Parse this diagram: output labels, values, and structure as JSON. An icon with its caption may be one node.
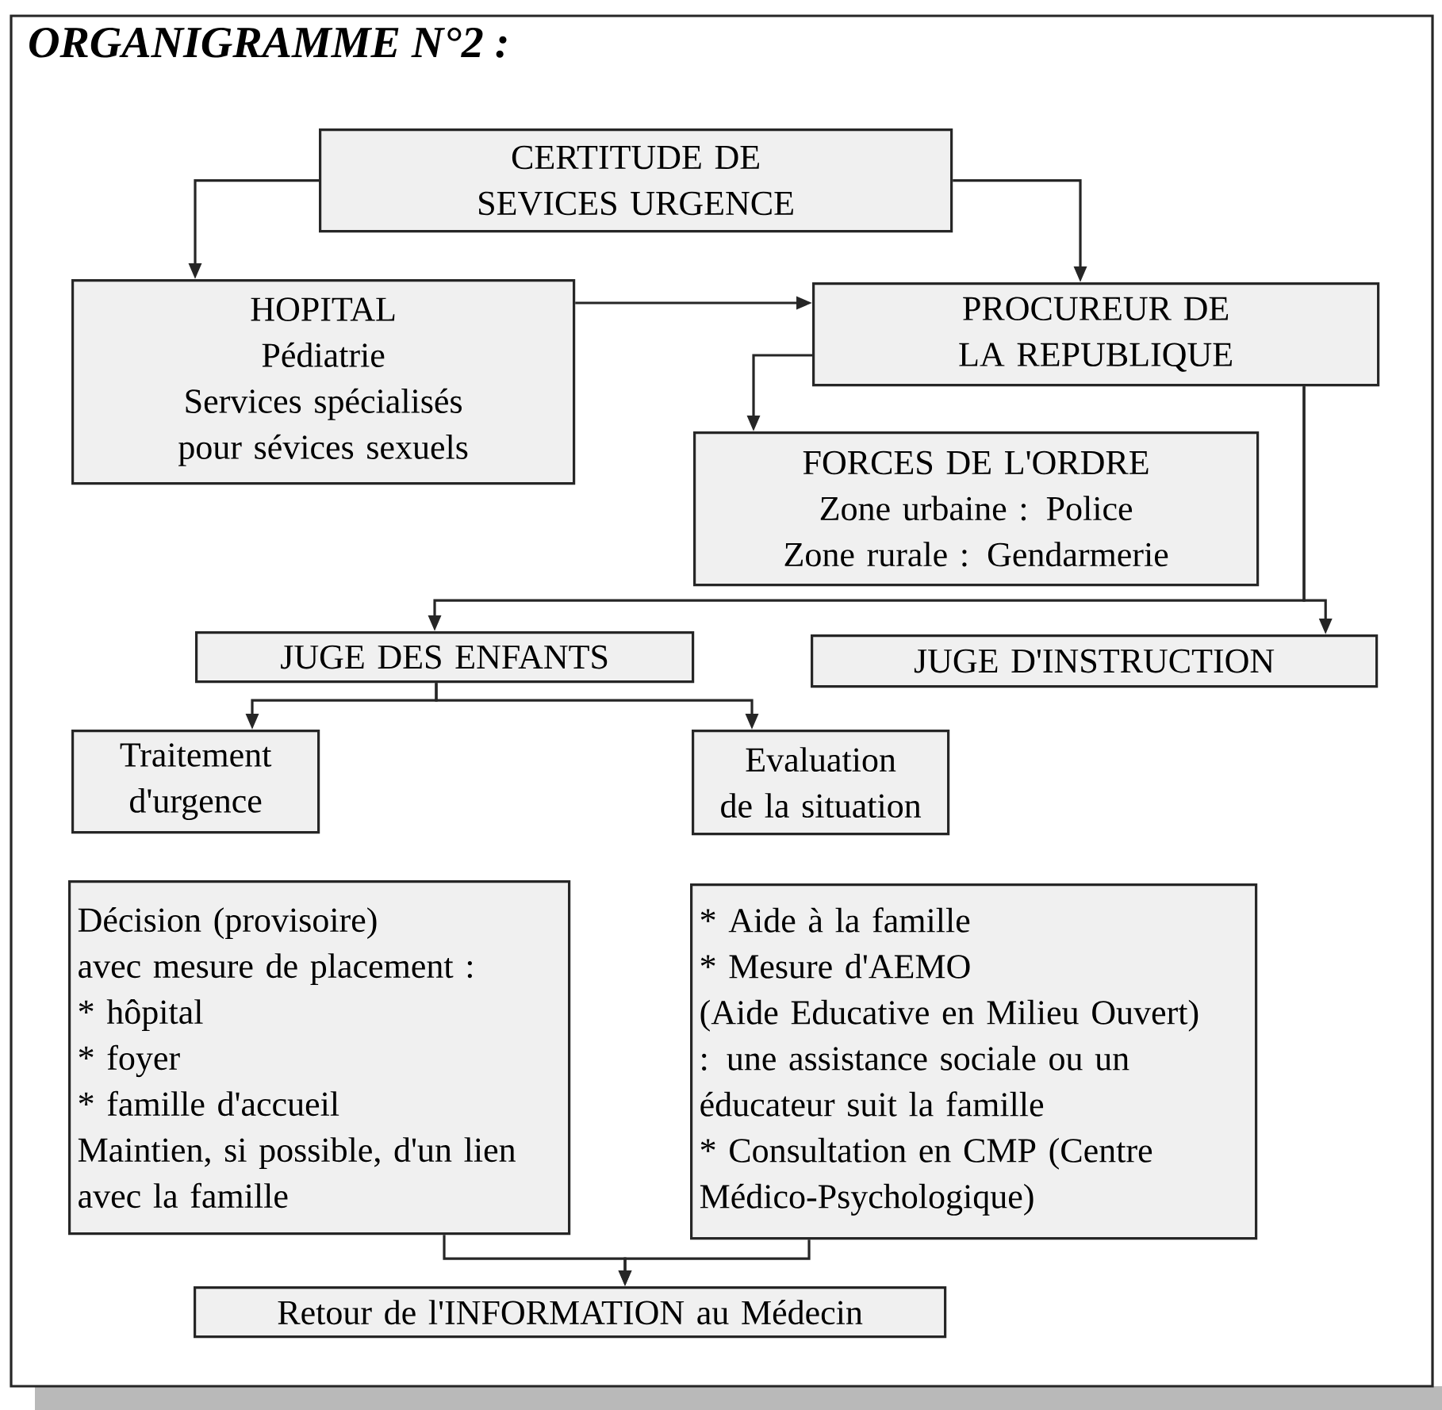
{
  "diagram": {
    "title": "ORGANIGRAMME N°2 :",
    "nodes": [
      {
        "text": [
          "CERTITUDE DE SEVICES URGENCE"
        ]
      },
      {
        "text": [
          "HOPITAL",
          "Pédiatrie",
          "Services spécialisés pour sévices sexuels"
        ]
      },
      {
        "text": [
          "PROCUREUR DE LA REPUBLIQUE"
        ]
      },
      {
        "text": [
          "FORCES DE L'ORDRE",
          "Zone urbaine : Police",
          "Zone rurale : Gendarmerie"
        ]
      },
      {
        "text": [
          "JUGE DES ENFANTS"
        ]
      },
      {
        "text": [
          "JUGE D'INSTRUCTION"
        ]
      },
      {
        "text": [
          "Traitement d'urgence"
        ]
      },
      {
        "text": [
          "Evaluation",
          "de la situation"
        ]
      },
      {
        "text": [
          "Décision (provisoire)",
          "avec mesure de placement :",
          "* hôpital",
          "* foyer",
          "* famille d'accueil",
          "Maintien, si possible, d'un lien avec la famille"
        ]
      },
      {
        "text": [
          "* Aide à la famille",
          "* Mesure d'AEMO",
          "(Aide Educative en Milieu Ouvert) : une assistance sociale ou un éducateur suit la famille",
          "* Consultation en CMP (Centre Médico-Psychologique)"
        ]
      },
      {
        "text": [
          "Retour de l'INFORMATION au Médecin"
        ]
      }
    ],
    "edges": [
      {
        "from": 0,
        "to": 1,
        "arrow": "to"
      },
      {
        "from": 0,
        "to": 2,
        "arrow": "to"
      },
      {
        "from": 1,
        "to": 2,
        "arrow": "to"
      },
      {
        "from": 2,
        "to": 3,
        "arrow": "to"
      },
      {
        "from": 2,
        "to": 4,
        "arrow": "to"
      },
      {
        "from": 2,
        "to": 5,
        "arrow": "to"
      },
      {
        "from": 4,
        "to": 6,
        "arrow": "to"
      },
      {
        "from": 4,
        "to": 7,
        "arrow": "to"
      },
      {
        "from": 8,
        "to": 10,
        "arrow": "to"
      },
      {
        "from": 9,
        "to": 10,
        "arrow": "to"
      }
    ]
  }
}
